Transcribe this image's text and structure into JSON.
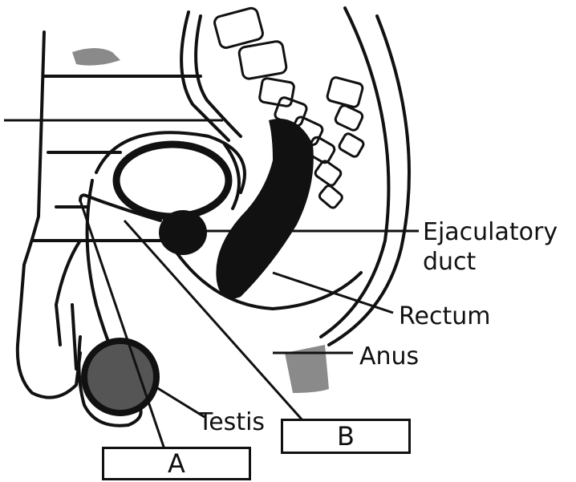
{
  "diagram": {
    "labels": {
      "ejaculatory_duct_line1": "Ejaculatory",
      "ejaculatory_duct_line2": "duct",
      "rectum": "Rectum",
      "anus": "Anus",
      "testis": "Testis"
    },
    "answer_boxes": {
      "a": "A",
      "b": "B"
    }
  }
}
